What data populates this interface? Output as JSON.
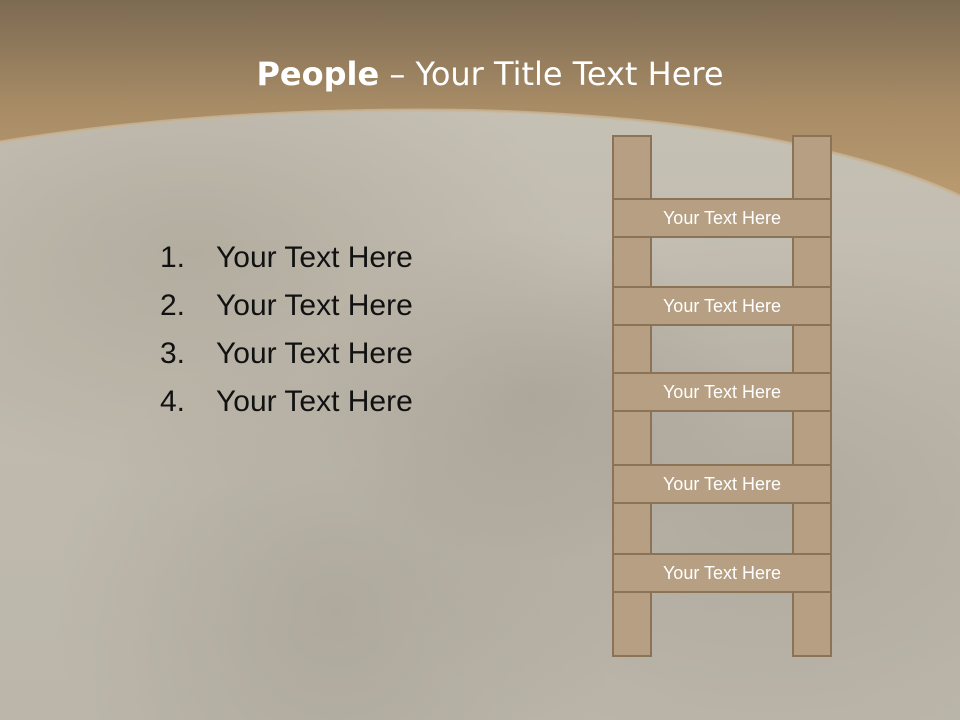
{
  "title": {
    "bold": "People",
    "rest": " – Your Title Text Here"
  },
  "list": [
    {
      "num": "1.",
      "text": "Your Text Here"
    },
    {
      "num": "2.",
      "text": "Your Text Here"
    },
    {
      "num": "3.",
      "text": "Your Text Here"
    },
    {
      "num": "4.",
      "text": "Your Text Here"
    }
  ],
  "ladder": {
    "rungs": [
      "Your Text Here",
      "Your Text Here",
      "Your Text Here",
      "Your Text Here",
      "Your Text Here"
    ]
  },
  "colors": {
    "header_top": "#7c6a52",
    "header_band": "#b5936a",
    "ladder_fill": "#b69f82",
    "ladder_border": "#8a7357",
    "title_text": "#ffffff",
    "body_text": "#111111"
  }
}
